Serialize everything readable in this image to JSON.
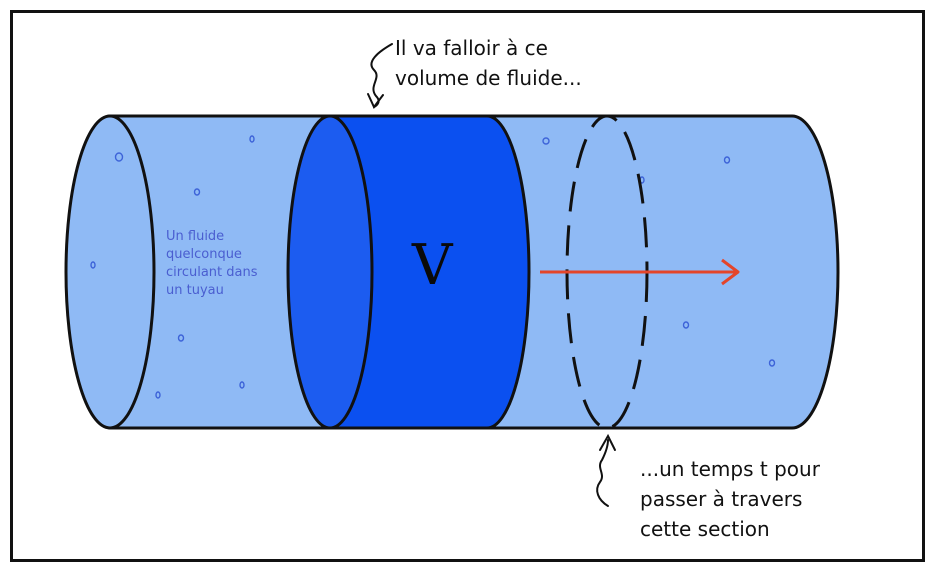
{
  "diagram": {
    "top_annotation": [
      "Il va falloir à ce",
      "volume de fluide..."
    ],
    "bottom_annotation": [
      "...un temps t pour",
      "passer à travers",
      "cette section"
    ],
    "fluid_caption": [
      "Un fluide",
      "quelconque",
      "circulant dans",
      "un tuyau"
    ],
    "volume_label": "V"
  },
  "colors": {
    "pipe_fill": "#8fbaf5",
    "volume_fill": "#0b50f0",
    "volume_face": "#1c5cf0",
    "arrow": "#e4452a",
    "outline": "#111111",
    "caption_text": "#4a5ed0"
  }
}
